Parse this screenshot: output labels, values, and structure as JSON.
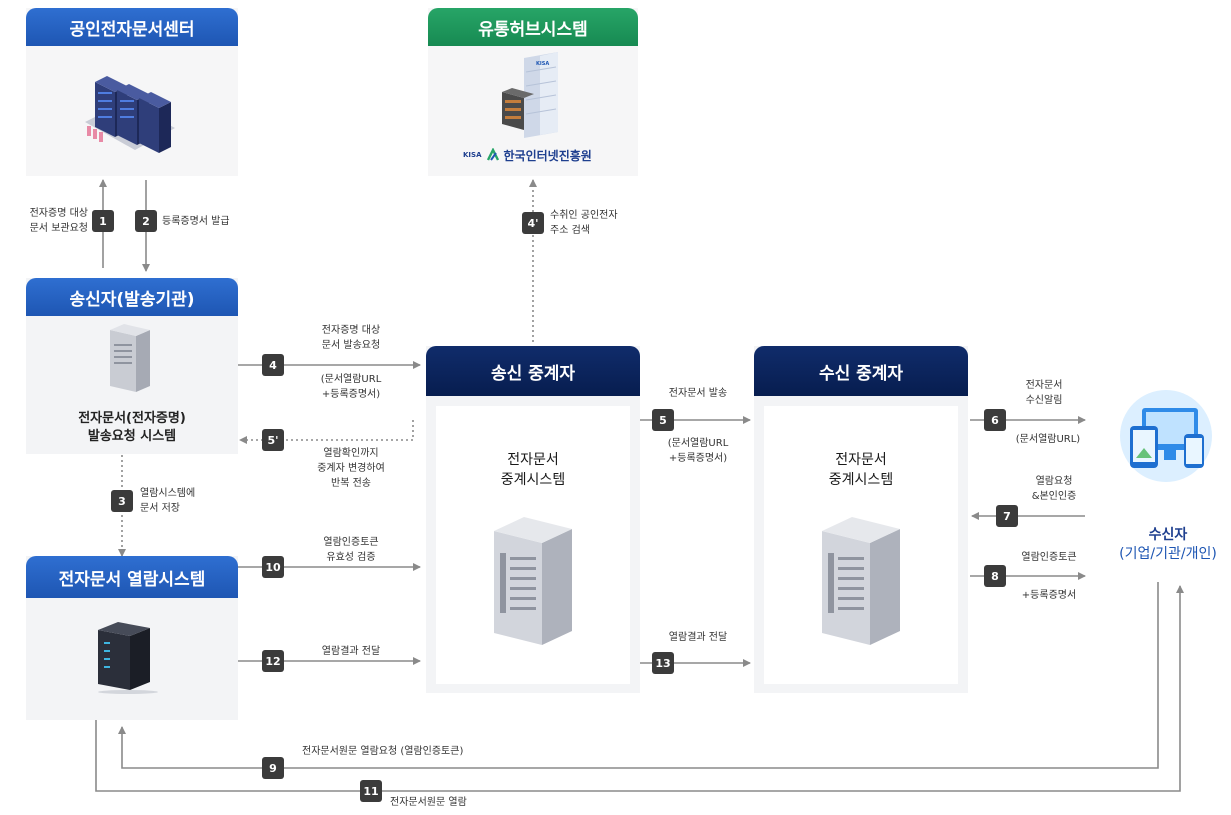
{
  "nodes": {
    "cert_center": {
      "title": "공인전자문서센터"
    },
    "hub": {
      "title": "유통허브시스템",
      "org": "한국인터넷진흥원",
      "org_abbr": "KISA",
      "building_sign": "KISA"
    },
    "sender": {
      "title": "송신자(발송기관)",
      "system_line1": "전자문서(전자증명)",
      "system_line2": "발송요청 시스템"
    },
    "viewer": {
      "title": "전자문서 열람시스템"
    },
    "send_relay": {
      "title": "송신 중계자",
      "system_line1": "전자문서",
      "system_line2": "중계시스템"
    },
    "recv_relay": {
      "title": "수신 중계자",
      "system_line1": "전자문서",
      "system_line2": "중계시스템"
    },
    "receiver": {
      "name": "수신자",
      "types": "(기업/기관/개인)"
    }
  },
  "steps": {
    "s1": {
      "badge": "1",
      "line1": "전자증명 대상",
      "line2": "문서 보관요청"
    },
    "s2": {
      "badge": "2",
      "line1": "등록증명서 발급"
    },
    "s3": {
      "badge": "3",
      "line1": "열람시스템에",
      "line2": "문서 저장"
    },
    "s4": {
      "badge": "4",
      "line1": "전자증명 대상",
      "line2": "문서 발송요청",
      "line3": "(문서열람URL",
      "line4": "+등록증명서)"
    },
    "s4p": {
      "badge": "4'",
      "line1": "수취인 공인전자",
      "line2": "주소 검색"
    },
    "s5": {
      "badge": "5",
      "line1": "전자문서 발송",
      "line2": "(문서열람URL",
      "line3": "+등록증명서)"
    },
    "s5p": {
      "badge": "5'",
      "line1": "열람확인까지",
      "line2": "중계자 변경하여",
      "line3": "반복 전송"
    },
    "s6": {
      "badge": "6",
      "line1": "전자문서",
      "line2": "수신알림",
      "line3": "(문서열람URL)"
    },
    "s7": {
      "badge": "7",
      "line1": "열람요청",
      "line2": "&본인인증"
    },
    "s8": {
      "badge": "8",
      "line1": "열람인증토큰",
      "line2": "+등록증명서"
    },
    "s9": {
      "badge": "9",
      "line1": "전자문서원문 열람요청 (열람인증토큰)"
    },
    "s10": {
      "badge": "10",
      "line1": "열람인증토큰",
      "line2": "유효성 검증"
    },
    "s11": {
      "badge": "11",
      "line1": "전자문서원문 열람"
    },
    "s12": {
      "badge": "12",
      "line1": "열람결과 전달"
    },
    "s13": {
      "badge": "13",
      "line1": "열람결과 전달"
    }
  },
  "colors": {
    "header_blue": "#2f6fd1",
    "header_green": "#27a567",
    "header_navy": "#0b2358",
    "badge": "#3b3b3b",
    "arrow": "#8a8a8a",
    "panel": "#f3f4f6"
  },
  "icons": [
    "server-rack-icon",
    "kisa-building-icon",
    "server-tower-icon",
    "dark-server-icon",
    "devices-icon"
  ]
}
